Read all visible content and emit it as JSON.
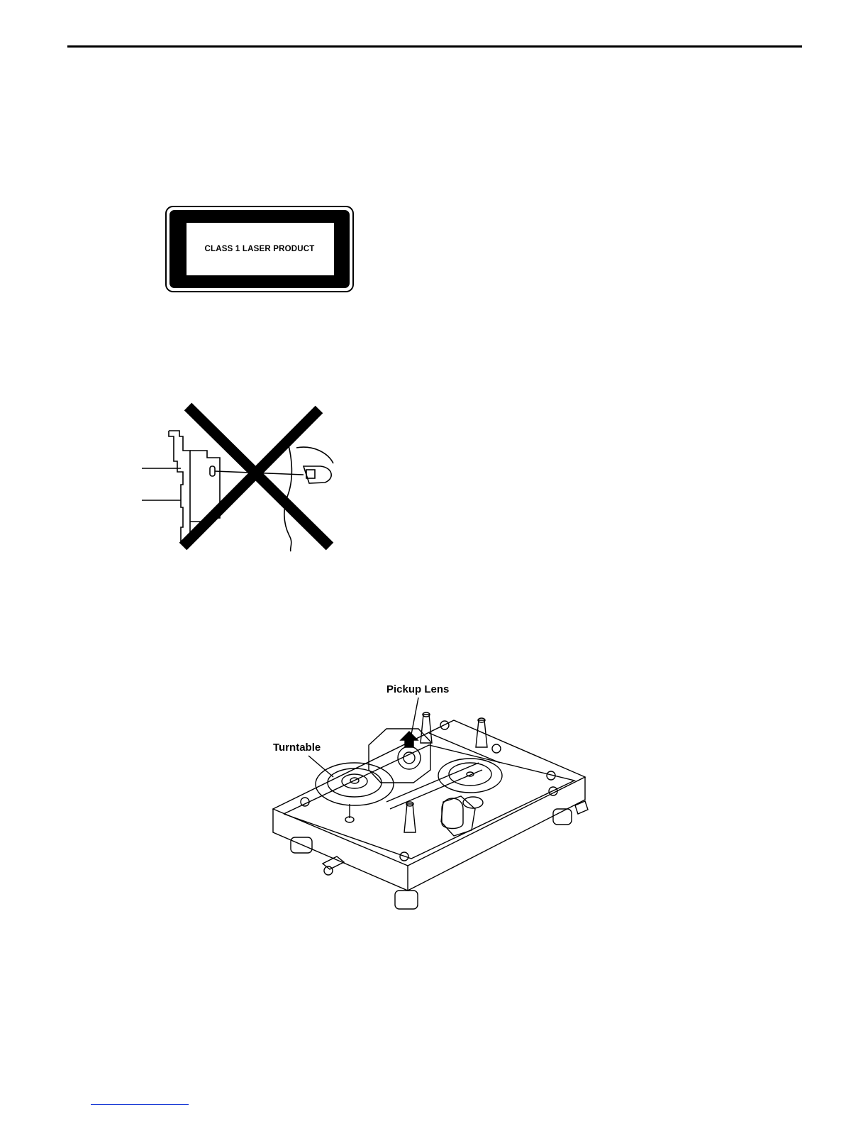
{
  "laser_label": {
    "text": "CLASS 1 LASER PRODUCT"
  },
  "figure_mechanism": {
    "label_pickup": "Pickup Lens",
    "label_turntable": "Turntable"
  },
  "colors": {
    "ink": "#000000",
    "paper": "#ffffff",
    "link_underline": "#1a3bd6"
  }
}
